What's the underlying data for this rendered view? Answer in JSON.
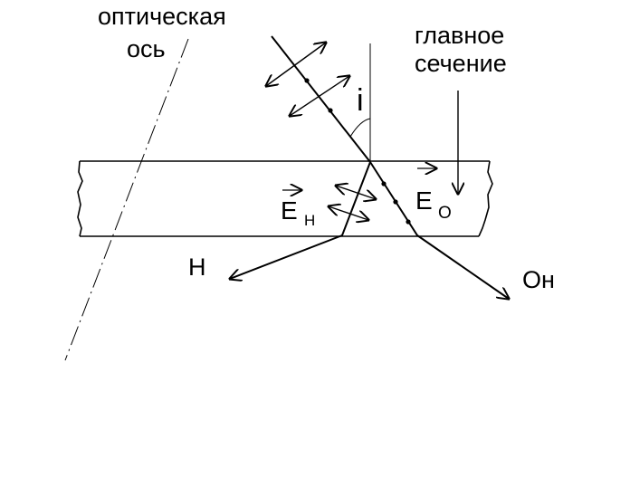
{
  "labels": {
    "optic_axis_line1": "оптическая",
    "optic_axis_line2": "ось",
    "main_section_line1": "главное",
    "main_section_line2": "сечение",
    "angle_label": "i",
    "e_vector": "E",
    "e_subscript_h": "Н",
    "o_vector": "E",
    "o_subscript": "O",
    "ray_h": "Н",
    "ray_o": "Он"
  },
  "colors": {
    "ink": "#000000",
    "background": "#ffffff"
  }
}
